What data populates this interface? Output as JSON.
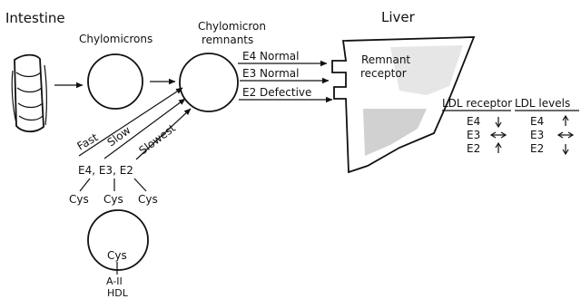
{
  "labels": {
    "intestine": "Intestine",
    "chylomicrons": "Chylomicrons",
    "chylomicron_remnants_line1": "Chylomicron",
    "chylomicron_remnants_line2": "remnants",
    "liver": "Liver",
    "remnant_receptor_line1": "Remnant",
    "remnant_receptor_line2": "receptor",
    "e4_normal": "E4 Normal",
    "e3_normal": "E3 Normal",
    "e2_defective": "E2 Defective",
    "fast": "Fast",
    "slow": "Slow",
    "slowest": "Slowest",
    "isoforms": "E4, E3, E2",
    "cys1": "Cys",
    "cys2": "Cys",
    "cys3": "Cys",
    "hdl_cys": "Cys",
    "a2": "A-II",
    "hdl": "HDL"
  },
  "tables": {
    "ldl_receptor": {
      "title": "LDL receptor",
      "rows": [
        {
          "isoform": "E4",
          "arrow": "down"
        },
        {
          "isoform": "E3",
          "arrow": "both"
        },
        {
          "isoform": "E2",
          "arrow": "up"
        }
      ]
    },
    "ldl_levels": {
      "title": "LDL levels",
      "rows": [
        {
          "isoform": "E4",
          "arrow": "up"
        },
        {
          "isoform": "E3",
          "arrow": "both"
        },
        {
          "isoform": "E2",
          "arrow": "down"
        }
      ]
    }
  },
  "icons": [
    "intestine-icon",
    "liver-shape",
    "arrow-up-icon",
    "arrow-down-icon",
    "arrow-both-icon"
  ]
}
